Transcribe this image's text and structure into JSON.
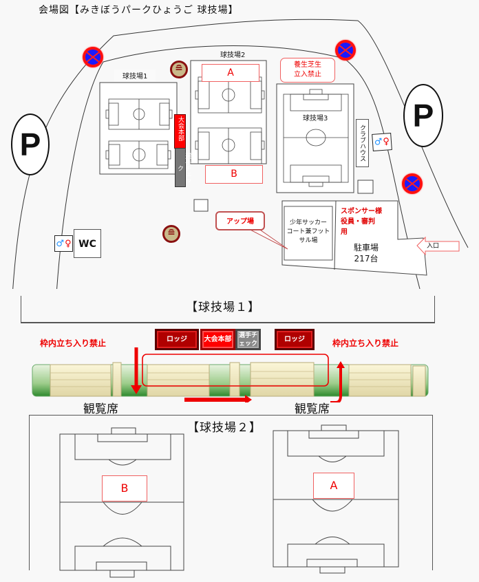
{
  "title": "会場図【みきぼうパークひょうご 球技場】",
  "map": {
    "field1_label": "球技場1",
    "field2_label": "球技場2",
    "field3_label": "球技場3",
    "pitch_a": "A",
    "pitch_b": "B",
    "turf_notice": [
      "養生芝生",
      "立入禁止"
    ],
    "headquarters": "大会本部",
    "player_check": "選手チェック",
    "club_house": "クラブハウス",
    "warmup_area": "アップ場",
    "futsal_court": [
      "少年サッカー",
      "コート兼フット",
      "サル場"
    ],
    "sponsor_parking": [
      "スポンサー様",
      "役員・審判",
      "用"
    ],
    "parking_lot": [
      "駐車場",
      "217台"
    ],
    "entrance": "入口",
    "parking_sign": "P",
    "wc_label": "WC",
    "icons": {
      "no_parking": "no-parking-icon",
      "smoking": "smoking-area-icon",
      "toilet": "toilet-icon",
      "parking": "parking-icon"
    }
  },
  "field1_detail": {
    "heading": "【球技場１】",
    "no_entry_left": "枠内立ち入り禁止",
    "no_entry_right": "枠内立ち入り禁止",
    "booths": [
      "ロッジ",
      "大会本部",
      "選手チェック",
      "ロッジ"
    ],
    "seating_left": "観覧席",
    "seating_right": "観覧席"
  },
  "field2_detail": {
    "heading": "【球技場２】",
    "pitch_left": "B",
    "pitch_right": "A"
  },
  "colors": {
    "accent_red": "#e00000",
    "no_parking_blue": "#1a1aff",
    "seating_green": "#5aa55a",
    "checkpoint_gray": "#777777"
  }
}
